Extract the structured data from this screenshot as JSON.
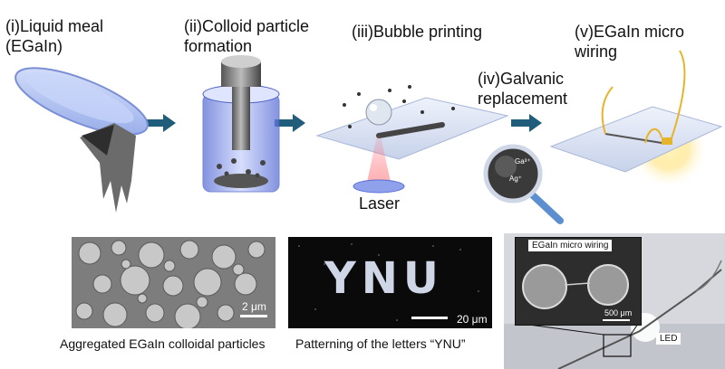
{
  "steps": {
    "s1_line1": "(i)Liquid meal",
    "s1_line2": "(EGaIn)",
    "s2_line1": "(ii)Colloid particle",
    "s2_line2": "formation",
    "s3": "(iii)Bubble printing",
    "s4_line1": "(iv)Galvanic",
    "s4_line2": "replacement",
    "s5_line1": "(v)EGaIn micro",
    "s5_line2": "wiring"
  },
  "laser_label": "Laser",
  "ion_labels": {
    "ga": "Ga³⁺",
    "ag": "Ag⁺"
  },
  "micrographs": {
    "sem": {
      "caption": "Aggregated EGaIn colloidal particles",
      "scale": "2 μm"
    },
    "ynu": {
      "text": "YNU",
      "caption": "Patterning of the letters “YNU”",
      "scale": "20 μm"
    },
    "photo": {
      "inset_title": "EGaIn micro wiring",
      "inset_scale": "500 μm",
      "led": "LED"
    }
  },
  "colors": {
    "arrow": "#1f5d7a",
    "accent_blue": "#5b7fd6",
    "gold": "#e6b42a"
  }
}
